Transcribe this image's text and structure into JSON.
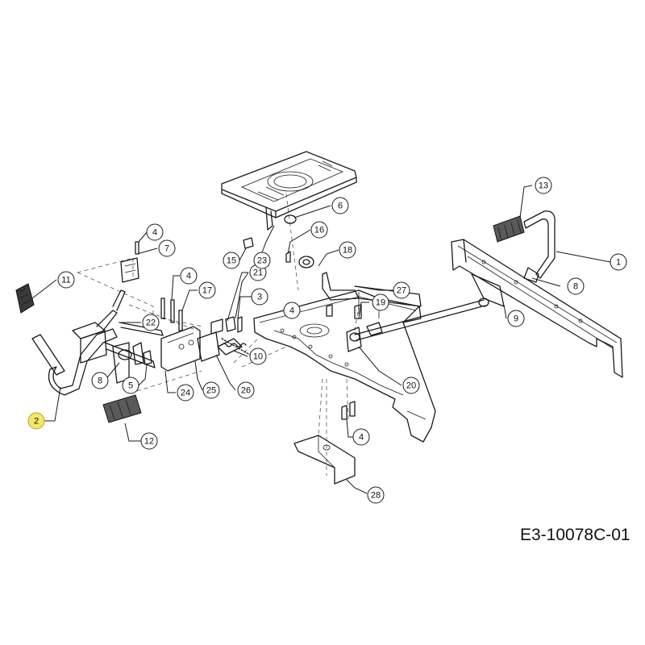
{
  "drawing_code": "E3-10078C-01",
  "callouts": [
    "1",
    "2",
    "3",
    "4",
    "4",
    "4",
    "4",
    "5",
    "6",
    "7",
    "8",
    "8",
    "9",
    "10",
    "11",
    "12",
    "13",
    "15",
    "16",
    "17",
    "18",
    "19",
    "20",
    "21",
    "22",
    "23",
    "24",
    "25",
    "26",
    "27",
    "28"
  ],
  "highlighted_callout": "2"
}
